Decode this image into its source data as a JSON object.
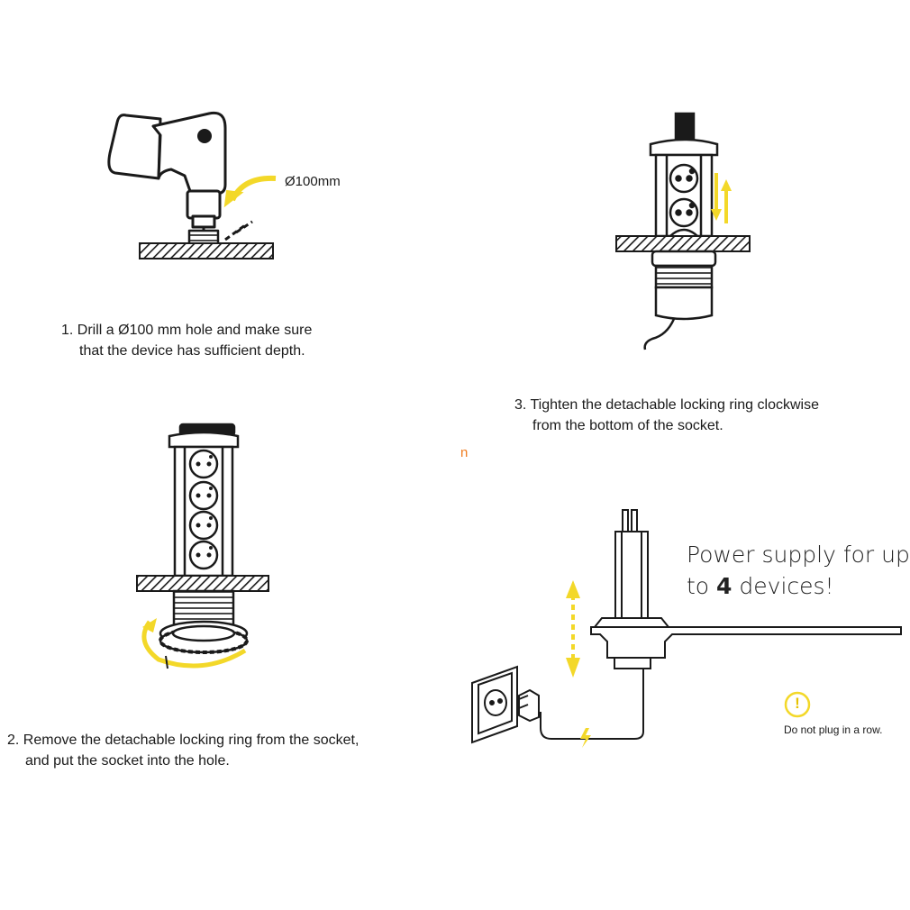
{
  "steps": {
    "step1": {
      "line1": "1. Drill a Ø100 mm hole and make sure",
      "line2": "that the device has sufficient depth."
    },
    "step2": {
      "line1": "2. Remove the detachable locking ring from the socket,",
      "line2": "and put the socket into the hole."
    },
    "step3": {
      "line1": "3. Tighten the detachable locking ring clockwise",
      "line2": "from the bottom of the socket."
    }
  },
  "drill_dimension": "Ø100mm",
  "stray_glyph": "n",
  "power_supply": {
    "line1": "Power supply for up",
    "line2_prefix": "to ",
    "line2_number": "4",
    "line2_suffix": " devices!"
  },
  "warning": {
    "symbol": "!",
    "text": "Do not plug in a row."
  },
  "colors": {
    "accent_yellow": "#f3d829",
    "line": "#1a1a1a",
    "warning_orange": "#f07c1e"
  },
  "icons": [
    "drill-icon",
    "socket-tower-icon",
    "locking-ring-icon",
    "wall-outlet-icon",
    "warning-icon",
    "lightning-icon"
  ]
}
